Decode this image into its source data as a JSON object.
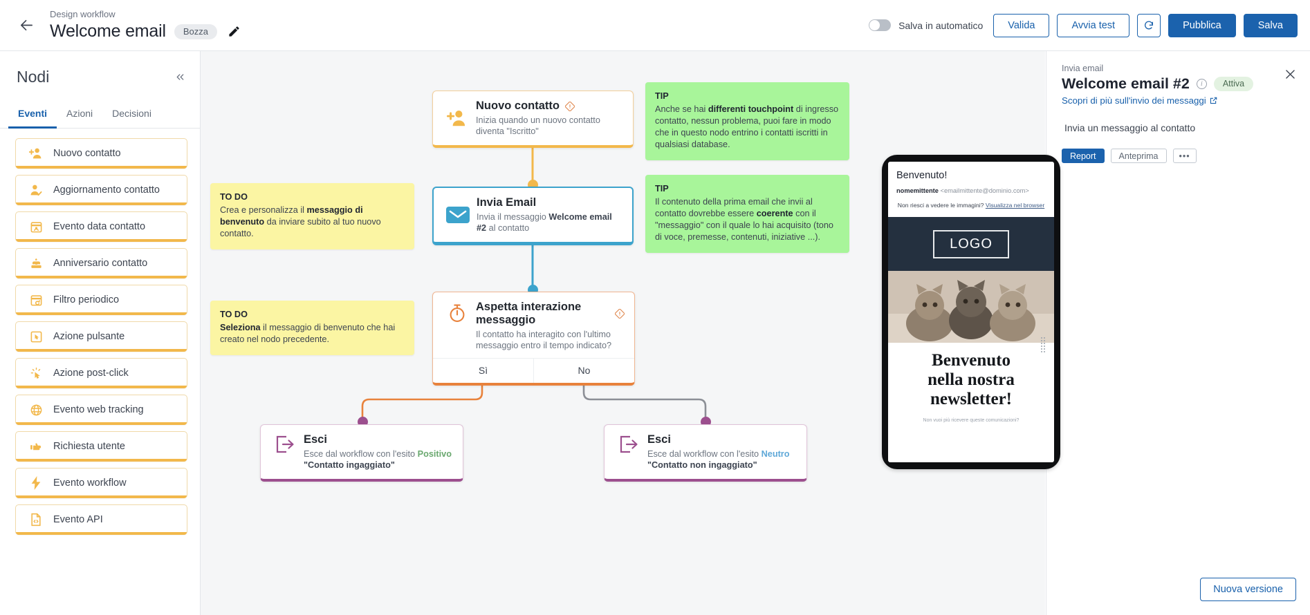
{
  "header": {
    "back_icon": "arrow-left-icon",
    "eyebrow": "Design workflow",
    "title": "Welcome email",
    "status_badge": "Bozza",
    "edit_icon": "pencil-icon",
    "autosave_label": "Salva in automatico",
    "validate_label": "Valida",
    "test_label": "Avvia test",
    "refresh_icon": "refresh-icon",
    "publish_label": "Pubblica",
    "save_label": "Salva"
  },
  "sidebar": {
    "title": "Nodi",
    "collapse_icon": "chevron-double-left-icon",
    "tabs": [
      {
        "label": "Eventi",
        "active": true
      },
      {
        "label": "Azioni",
        "active": false
      },
      {
        "label": "Decisioni",
        "active": false
      }
    ],
    "items": [
      {
        "label": "Nuovo contatto",
        "icon": "user-plus-icon"
      },
      {
        "label": "Aggiornamento contatto",
        "icon": "user-check-icon"
      },
      {
        "label": "Evento data contatto",
        "icon": "calendar-contact-icon"
      },
      {
        "label": "Anniversario contatto",
        "icon": "cake-icon"
      },
      {
        "label": "Filtro periodico",
        "icon": "calendar-refresh-icon"
      },
      {
        "label": "Azione pulsante",
        "icon": "button-click-icon"
      },
      {
        "label": "Azione post-click",
        "icon": "cursor-click-icon"
      },
      {
        "label": "Evento web tracking",
        "icon": "globe-icon"
      },
      {
        "label": "Richiesta utente",
        "icon": "hand-point-icon"
      },
      {
        "label": "Evento workflow",
        "icon": "lightning-icon"
      },
      {
        "label": "Evento API",
        "icon": "code-file-icon"
      }
    ]
  },
  "canvas": {
    "nodes": {
      "new_contact": {
        "title": "Nuovo contatto",
        "subtitle": "Inizia quando un nuovo contatto diventa \"Iscritto\"",
        "icon": "user-plus-icon",
        "warning_icon": "warning-diamond-icon",
        "accent": "#f2b84b"
      },
      "send_email": {
        "title": "Invia Email",
        "subtitle_pre": "Invia il messaggio ",
        "subtitle_bold": "Welcome email #2",
        "subtitle_post": " al contatto",
        "icon": "envelope-icon",
        "accent": "#3ca3cc"
      },
      "wait_interaction": {
        "title": "Aspetta interazione messaggio",
        "subtitle": "Il contatto ha interagito con l'ultimo messaggio entro il tempo indicato?",
        "icon": "stopwatch-icon",
        "warning_icon": "warning-diamond-icon",
        "accent": "#e8823c",
        "branch_yes": "Sì",
        "branch_no": "No"
      },
      "exit_positive": {
        "title": "Esci",
        "subtitle_pre": "Esce dal workflow con l'esito ",
        "outcome": "Positivo",
        "outcome_color": "#6aa86f",
        "subtitle_quote": " \"Contatto ingaggiato\"",
        "icon": "exit-arrow-icon",
        "accent": "#9c4f8e"
      },
      "exit_neutral": {
        "title": "Esci",
        "subtitle_pre": "Esce dal workflow con l'esito ",
        "outcome": "Neutro",
        "outcome_color": "#5fa8d8",
        "subtitle_quote": " \"Contatto non ingaggiato\"",
        "icon": "exit-arrow-icon",
        "accent": "#9c4f8e"
      }
    },
    "stickies": {
      "todo_1": {
        "head": "TO DO",
        "pre": "Crea e personalizza il ",
        "bold": "messaggio di benvenuto",
        "post": " da inviare subito al tuo nuovo contatto.",
        "color": "#fbf5a3"
      },
      "todo_2": {
        "head": "TO DO",
        "pre": "",
        "bold": "Seleziona",
        "post": " il messaggio di benvenuto che hai creato nel nodo precedente.",
        "color": "#fbf5a3"
      },
      "tip_1": {
        "head": "TIP",
        "pre": "Anche se hai ",
        "bold": "differenti touchpoint",
        "post": " di ingresso contatto, nessun problema, puoi fare in modo che in questo nodo entrino i contatti iscritti in qualsiasi database.",
        "color": "#a8f59a"
      },
      "tip_2": {
        "head": "TIP",
        "pre": "Il contenuto della prima email che invii al contatto dovrebbe essere ",
        "bold": "coerente",
        "post": " con il \"messaggio\" con il quale lo hai acquisito (tono di voce, premesse, contenuti, iniziative ...).",
        "color": "#a8f59a"
      }
    },
    "resize_handle_icon": "drag-grip-icon"
  },
  "right_panel": {
    "eyebrow": "Invia email",
    "title": "Welcome email #2",
    "info_icon": "info-icon",
    "status_pill": "Attiva",
    "close_icon": "close-icon",
    "link_label": "Scopri di più sull'invio dei messaggi",
    "link_icon": "external-link-icon",
    "description": "Invia un messaggio al contatto",
    "actions": [
      {
        "label": "Report",
        "style": "filled"
      },
      {
        "label": "Anteprima",
        "style": "outline"
      },
      {
        "label": "•••",
        "style": "dots"
      }
    ],
    "preview": {
      "greeting": "Benvenuto!",
      "sender_name": "nomemittente",
      "sender_email": "<emailmittente@dominio.com>",
      "view_browser_pre": "Non riesci a vedere le immagini? ",
      "view_browser_link": "Visualizza nel browser",
      "logo_text": "LOGO",
      "headline_line1": "Benvenuto",
      "headline_line2": "nella nostra",
      "headline_line3": "newsletter!",
      "footer": "Non vuoi più ricevere queste comunicazioni?"
    },
    "new_version_label": "Nuova versione"
  }
}
